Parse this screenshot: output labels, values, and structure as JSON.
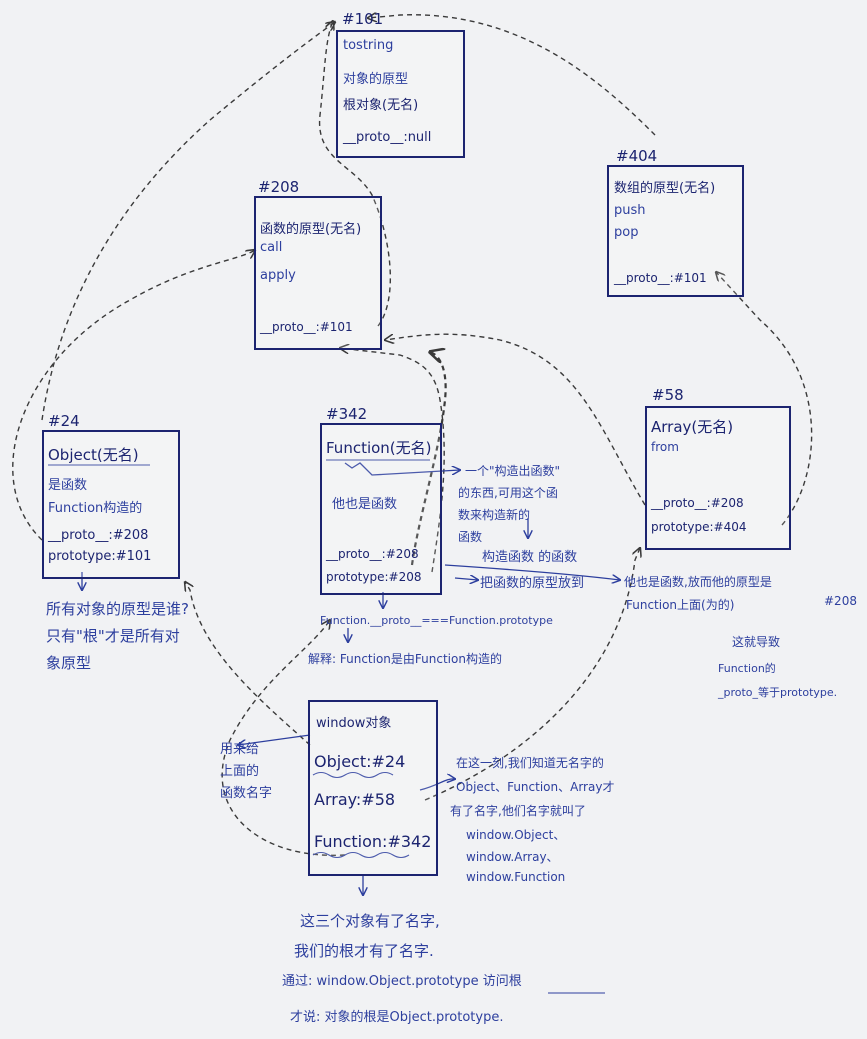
{
  "obj101": {
    "id": "#101",
    "tostring": "tostring",
    "proto_label": "对象的原型",
    "root_label": "根对象(无名)",
    "proto": "__proto__:null"
  },
  "arr404": {
    "id": "#404",
    "title": "数组的原型(无名)",
    "push": "push",
    "pop": "pop",
    "proto": "__proto__:#101"
  },
  "fn208": {
    "id": "#208",
    "title": "函数的原型(无名)",
    "call": "call",
    "apply": "apply",
    "proto": "__proto__:#101"
  },
  "obj24": {
    "id": "#24",
    "title": "Object(无名)",
    "is_fn": "是函数",
    "ctor": "Function构造的",
    "proto": "__proto__:#208",
    "prototype": "prototype:#101"
  },
  "fn342": {
    "id": "#342",
    "title": "Function(无名)",
    "is_fn": "他也是函数",
    "proto": "__proto__:#208",
    "prototype": "prototype:#208"
  },
  "arr58": {
    "id": "#58",
    "title": "Array(无名)",
    "from": "from",
    "proto": "__proto__:#208",
    "prototype": "prototype:#404"
  },
  "window": {
    "title": "window对象",
    "object": "Object:#24",
    "array": "Array:#58",
    "function": "Function:#342"
  },
  "notes": {
    "root_q1": "所有对象的原型是谁?",
    "root_q2": "只有\"根\"才是所有对",
    "root_q3": "象原型",
    "ctor_note1": "一个\"构造出函数\"",
    "ctor_note2": "的东西,可用这个函",
    "ctor_note3": "数来构造新的",
    "ctor_note4": "函数",
    "ctor_note5": "构造函数 的函数",
    "fn_proto_note": "把函数的原型放到",
    "right1": "他也是函数,放而他的原型是",
    "right1_ref": "#208",
    "right2": "Function上面(为的)",
    "right3": "这就导致",
    "right4": "Function的",
    "right5": "_proto_等于prototype.",
    "eq1": "Function.__proto__===Function.prototype",
    "eq2": "解释: Function是由Function构造的",
    "names1": "用来给",
    "names2": "上面的",
    "names3": "函数名字",
    "win1": "在这一刻,我们知道无名字的",
    "win2": "Object、Function、Array才",
    "win3": "有了名字,他们名字就叫了",
    "win4": "window.Object、",
    "win5": "window.Array、",
    "win6": "window.Function",
    "bottom1": "这三个对象有了名字,",
    "bottom2": "我们的根才有了名字.",
    "bottom3": "通过: window.Object.prototype 访问根",
    "bottom4": "才说: 对象的根是Object.prototype."
  }
}
